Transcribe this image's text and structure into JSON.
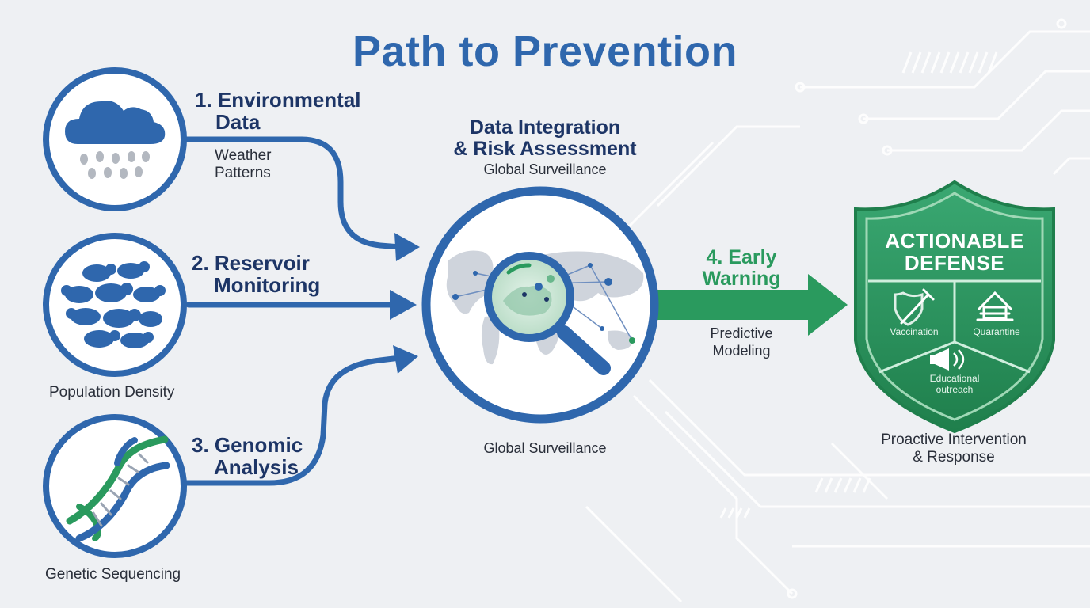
{
  "title": "Path to Prevention",
  "inputs": [
    {
      "title_line1": "1. Environmental",
      "title_line2": "Data",
      "subtitle_line1": "Weather",
      "subtitle_line2": "Patterns",
      "icon": "rain-cloud-icon"
    },
    {
      "title_line1": "2. Reservoir",
      "title_line2": "Monitoring",
      "subtitle_line1": "Population Density",
      "icon": "rodents-icon"
    },
    {
      "title_line1": "3. Genomic",
      "title_line2": "Analysis",
      "subtitle_line1": "Genetic Sequencing",
      "icon": "dna-icon"
    }
  ],
  "center": {
    "title_line1": "Data Integration",
    "title_line2": "& Risk Assessment",
    "subtitle_top": "Global Surveillance",
    "subtitle_bottom": "Global Surveillance",
    "icon": "magnifier-globe-icon"
  },
  "warning": {
    "title_line1": "4. Early",
    "title_line2": "Warning",
    "subtitle_line1": "Predictive",
    "subtitle_line2": "Modeling"
  },
  "shield": {
    "title_line1": "ACTIONABLE",
    "title_line2": "DEFENSE",
    "sections": [
      {
        "label": "Vaccination",
        "icon": "syringe-shield-icon"
      },
      {
        "label": "Quarantine",
        "icon": "house-barrier-icon"
      },
      {
        "label_line1": "Educational",
        "label_line2": "outreach",
        "icon": "megaphone-icon"
      }
    ],
    "caption_line1": "Proactive Intervention",
    "caption_line2": "& Response"
  },
  "colors": {
    "primary_blue": "#2f67ad",
    "dark_navy": "#1d3566",
    "green": "#2a9a5e",
    "background": "#eef0f3"
  }
}
